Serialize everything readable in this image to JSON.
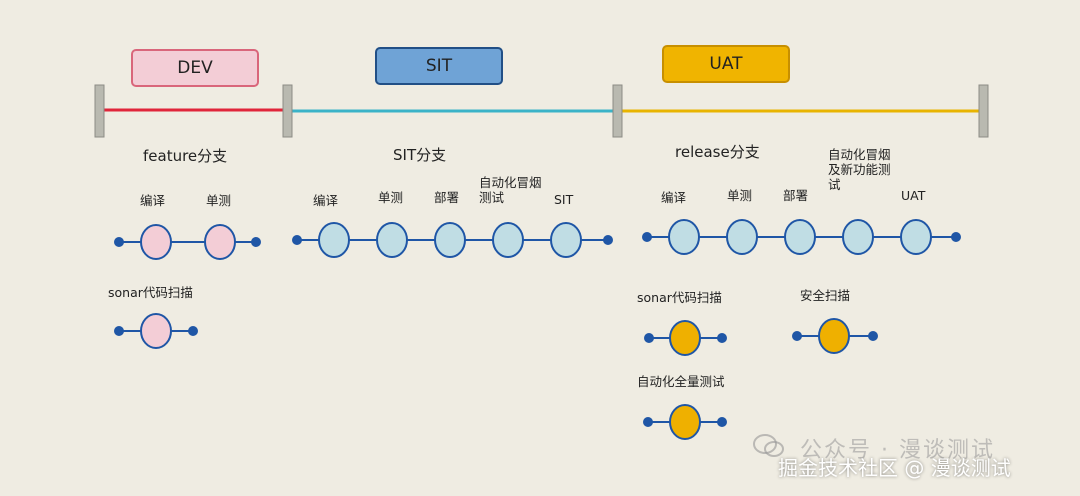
{
  "environments": {
    "dev": "DEV",
    "sit": "SIT",
    "uat": "UAT"
  },
  "branches": {
    "feature": "feature分支",
    "sit": "SIT分支",
    "release": "release分支"
  },
  "dev_steps": {
    "compile": "编译",
    "unit_test": "单测",
    "sonar": "sonar代码扫描"
  },
  "sit_steps": {
    "compile": "编译",
    "unit_test": "单测",
    "deploy": "部署",
    "auto_smoke_line1": "自动化冒烟",
    "auto_smoke_line2": "测试",
    "sit": "SIT"
  },
  "uat_steps": {
    "compile": "编译",
    "unit_test": "单测",
    "deploy": "部署",
    "auto_smoke_line1": "自动化冒烟",
    "auto_smoke_line2": "及新功能测",
    "auto_smoke_line3": "试",
    "uat": "UAT",
    "sonar": "sonar代码扫描",
    "security_scan": "安全扫描",
    "full_auto_test": "自动化全量测试"
  },
  "watermark": {
    "account": "公众号 · 漫谈测试",
    "site": "掘金技术社区 @ 漫谈测试"
  },
  "colors": {
    "dev": "#e0253a",
    "sit": "#3bb3c8",
    "uat": "#e8b400",
    "pink_node": "#f3cdd6",
    "blue_node": "#c0dde4",
    "yellow_node": "#efb000",
    "pipe": "#1f56a6"
  }
}
